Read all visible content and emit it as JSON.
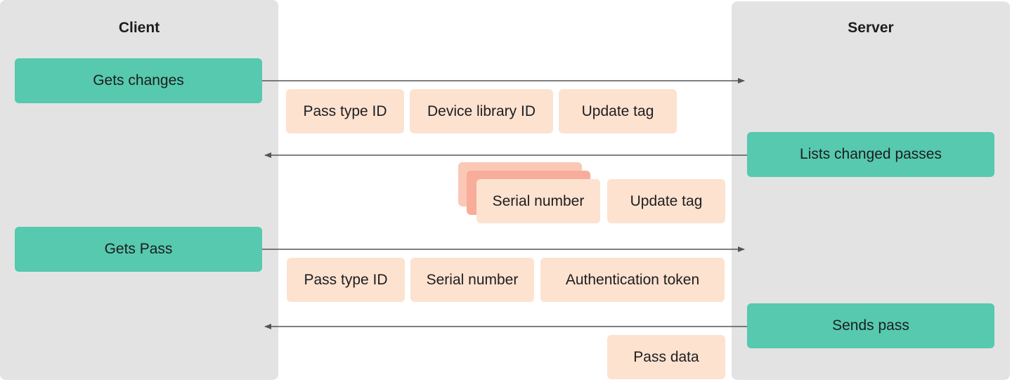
{
  "client": {
    "title": "Client",
    "actions": [
      "Gets changes",
      "Gets Pass"
    ]
  },
  "server": {
    "title": "Server",
    "actions": [
      "Lists changed passes",
      "Sends pass"
    ]
  },
  "request_changes_params": [
    "Pass type ID",
    "Device library ID",
    "Update tag"
  ],
  "changed_passes_response": [
    "Serial number",
    "Update tag"
  ],
  "request_pass_params": [
    "Pass type ID",
    "Serial number",
    "Authentication token"
  ],
  "pass_response": [
    "Pass data"
  ],
  "colors": {
    "panel": "#e3e3e3",
    "action": "#56c9ae",
    "tag": "#fde2d0",
    "stack_back": "#fbc8b5",
    "stack_mid": "#f7ad99",
    "arrow": "#555555"
  }
}
